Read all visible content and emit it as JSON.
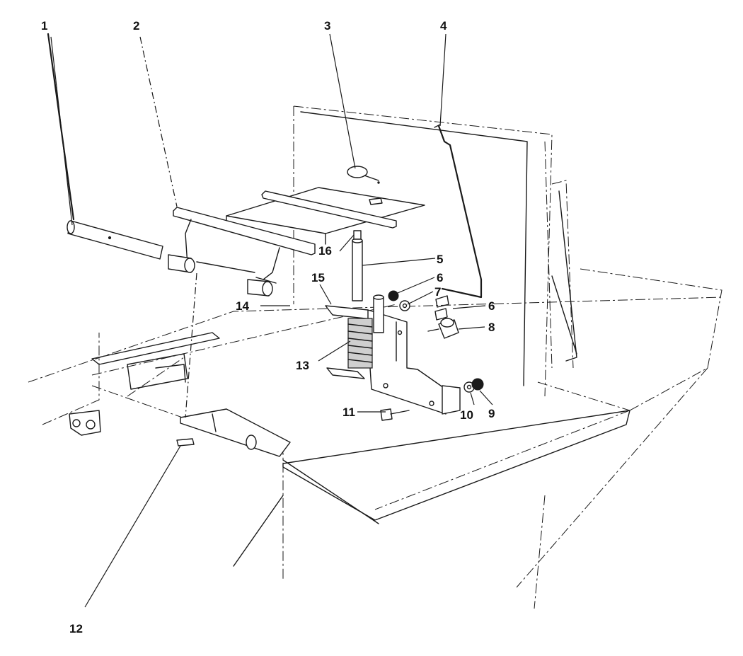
{
  "diagram": {
    "callouts": [
      "1",
      "2",
      "3",
      "4",
      "5",
      "6",
      "7",
      "6",
      "8",
      "9",
      "10",
      "11",
      "12",
      "13",
      "14",
      "15",
      "16"
    ]
  },
  "colors": {
    "ink": "#1a1a1a",
    "paper": "#ffffff"
  }
}
